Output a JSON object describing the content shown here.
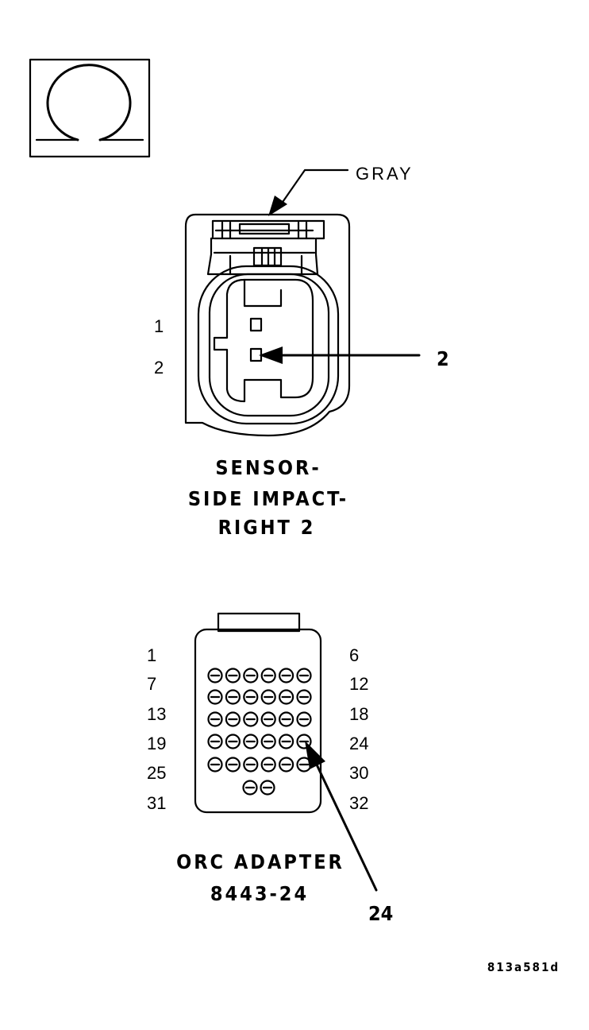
{
  "connector_1": {
    "wire_color": "GRAY",
    "pins": [
      "1",
      "2"
    ],
    "callout": "2",
    "title": [
      "SENSOR-",
      "SIDE IMPACT-",
      "RIGHT 2"
    ]
  },
  "connector_2": {
    "pins_left": [
      "1",
      "7",
      "13",
      "19",
      "25",
      "31"
    ],
    "pins_right": [
      "6",
      "12",
      "18",
      "24",
      "30",
      "32"
    ],
    "callout": "24",
    "title": [
      "ORC ADAPTER",
      "8443-24"
    ]
  },
  "figure_id": "813a581d",
  "icon": "retaining-clip-icon"
}
